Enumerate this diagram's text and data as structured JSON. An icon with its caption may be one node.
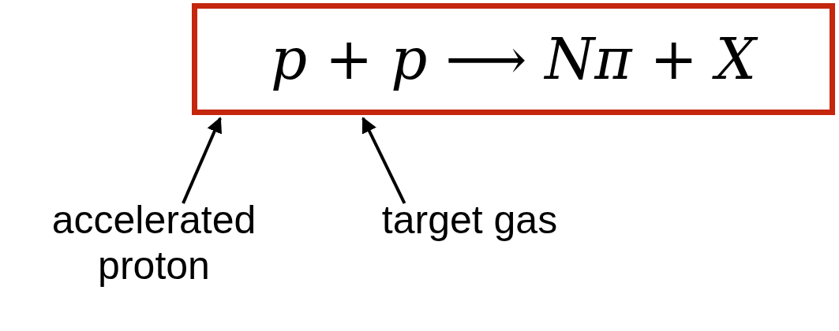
{
  "diagram": {
    "nodes": [
      {
        "text": [
          "p + p ⟶ Nπ + X"
        ]
      },
      {
        "text": [
          "accelerated proton"
        ]
      },
      {
        "text": [
          "target gas"
        ]
      }
    ],
    "edges": [
      {
        "from": 1,
        "to": 0,
        "arrow": "to"
      },
      {
        "from": 2,
        "to": 0,
        "arrow": "to"
      }
    ]
  }
}
